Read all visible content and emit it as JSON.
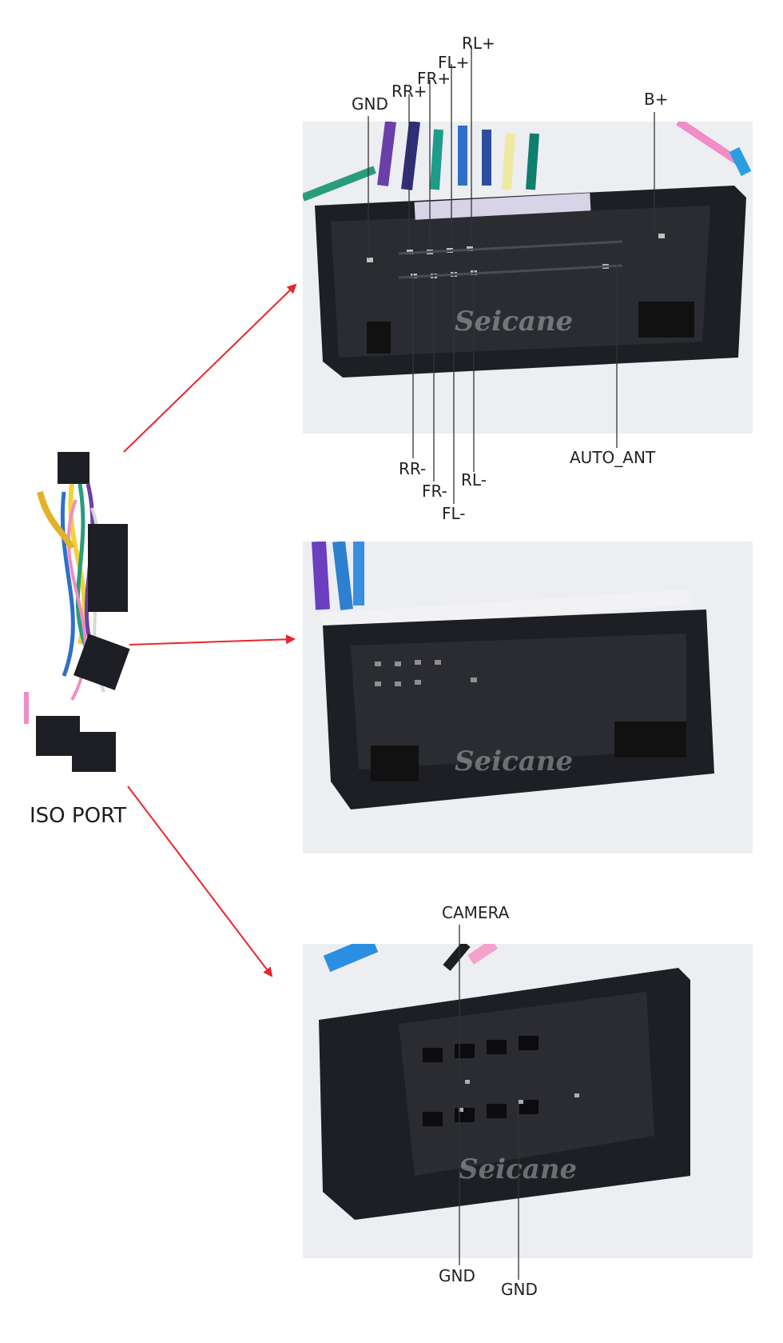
{
  "iso_port_label": "ISO PORT",
  "watermark": "Seicane",
  "connector1": {
    "top_pins": [
      "GND",
      "RR+",
      "FR+",
      "FL+",
      "RL+",
      "B+"
    ],
    "bottom_pins": [
      "RR-",
      "FR-",
      "FL-",
      "RL-",
      "AUTO_ANT"
    ]
  },
  "connector3": {
    "top_pins": [
      "CAMERA"
    ],
    "bottom_pins": [
      "GND",
      "GND"
    ]
  },
  "colors": {
    "arrow": "#e8262b",
    "leader": "#333333",
    "connector": "#1d1f24",
    "photo_bg": "#e9eaee"
  }
}
